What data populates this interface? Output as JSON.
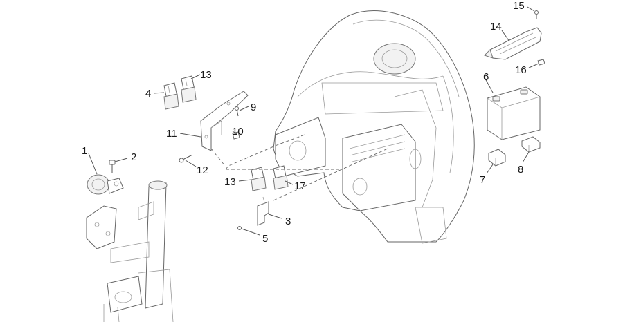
{
  "callouts": [
    {
      "id": "1",
      "text": "1"
    },
    {
      "id": "2",
      "text": "2"
    },
    {
      "id": "3",
      "text": "3"
    },
    {
      "id": "4",
      "text": "4"
    },
    {
      "id": "5",
      "text": "5"
    },
    {
      "id": "6",
      "text": "6"
    },
    {
      "id": "7",
      "text": "7"
    },
    {
      "id": "8",
      "text": "8"
    },
    {
      "id": "9",
      "text": "9"
    },
    {
      "id": "10",
      "text": "10"
    },
    {
      "id": "11",
      "text": "11"
    },
    {
      "id": "12",
      "text": "12"
    },
    {
      "id": "13a",
      "text": "13"
    },
    {
      "id": "13b",
      "text": "13"
    },
    {
      "id": "14",
      "text": "14"
    },
    {
      "id": "15",
      "text": "15"
    },
    {
      "id": "16",
      "text": "16"
    },
    {
      "id": "17",
      "text": "17"
    }
  ]
}
